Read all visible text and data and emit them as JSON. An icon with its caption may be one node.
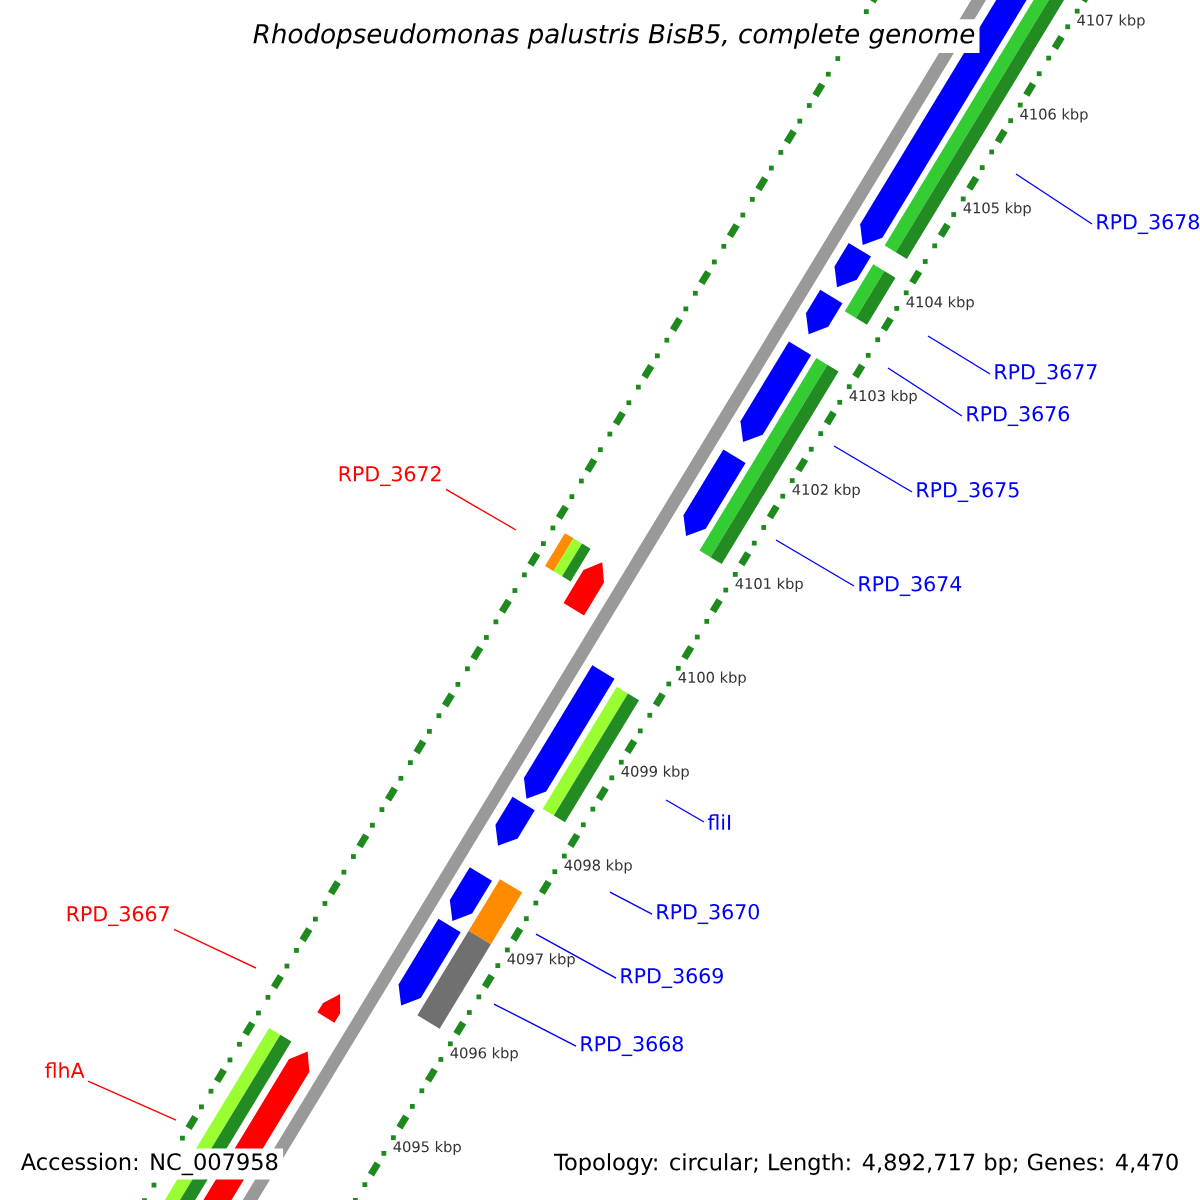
{
  "diagram": {
    "title": "*Rhodopseudomonas palustris* BisB5, complete genome",
    "nodes": [
      {
        "text": [
          "RPD_3678"
        ]
      },
      {
        "text": [
          "RPD_3677"
        ]
      },
      {
        "text": [
          "RPD_3676"
        ]
      },
      {
        "text": [
          "RPD_3675"
        ]
      },
      {
        "text": [
          "RPD_3674"
        ]
      },
      {
        "text": [
          "fliI"
        ]
      },
      {
        "text": [
          "RPD_3670"
        ]
      },
      {
        "text": [
          "RPD_3669"
        ]
      },
      {
        "text": [
          "RPD_3668"
        ]
      },
      {
        "text": [
          "RPD_3672"
        ]
      },
      {
        "text": [
          "RPD_3667"
        ]
      },
      {
        "text": [
          "flhA"
        ]
      }
    ],
    "edges": [
      {
        "from": 0,
        "to": null,
        "arrow": "none"
      },
      {
        "from": 1,
        "to": null,
        "arrow": "none"
      },
      {
        "from": 2,
        "to": null,
        "arrow": "none"
      },
      {
        "from": 3,
        "to": null,
        "arrow": "none"
      },
      {
        "from": 4,
        "to": null,
        "arrow": "none"
      },
      {
        "from": 5,
        "to": null,
        "arrow": "none"
      },
      {
        "from": 6,
        "to": null,
        "arrow": "none"
      },
      {
        "from": 7,
        "to": null,
        "arrow": "none"
      },
      {
        "from": 8,
        "to": null,
        "arrow": "none"
      },
      {
        "from": 9,
        "to": null,
        "arrow": "none",
        "color": "#ff0000"
      },
      {
        "from": 10,
        "to": null,
        "arrow": "none",
        "color": "#ff0000"
      },
      {
        "from": 11,
        "to": null,
        "arrow": "none",
        "color": "#ff0000"
      }
    ],
    "labels": [
      "4107 kbp",
      "4106 kbp",
      "4105 kbp",
      "4104 kbp",
      "4103 kbp",
      "4102 kbp",
      "4101 kbp",
      "4100 kbp",
      "4099 kbp",
      "4098 kbp",
      "4097 kbp",
      "4096 kbp",
      "4095 kbp",
      "Accession: NC_007958",
      "Topology: circular; Length: 4,892,717 bp; Genes: 4,470"
    ]
  }
}
